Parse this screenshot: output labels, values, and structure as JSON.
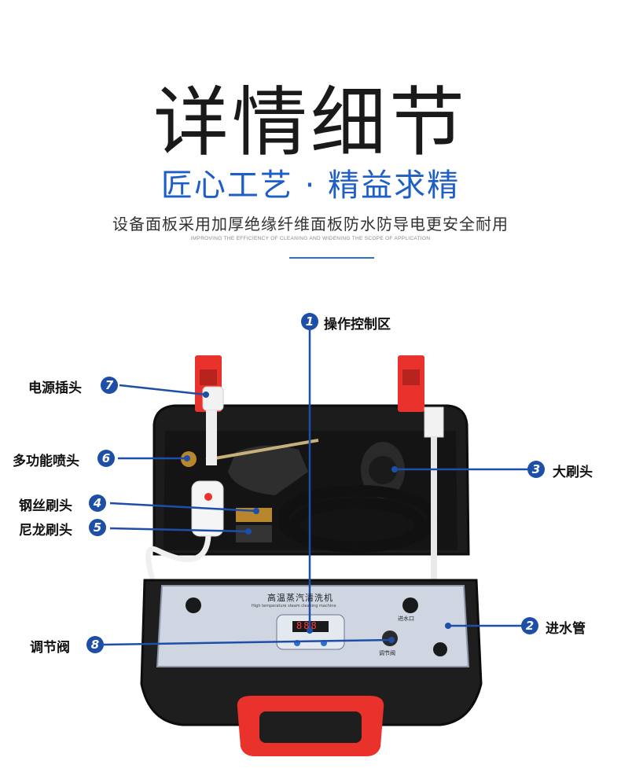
{
  "heading": {
    "title": "详情细节",
    "subtitle": "匠心工艺 · 精益求精",
    "description": "设备面板采用加厚绝缘纤维面板防水防导电更安全耐用",
    "english": "IMPROVING THE EFFICIENCY OF CLEANING AND WIDENING THE SCOPE OF APPLICATION"
  },
  "product_panel": {
    "name": "高温蒸汽清洗机",
    "name_en": "High temperature steam cleaning machine",
    "display": "888",
    "valve_label": "调节阀",
    "inlet_label": "进水口"
  },
  "callouts": [
    {
      "num": "1",
      "label": "操作控制区"
    },
    {
      "num": "2",
      "label": "进水管"
    },
    {
      "num": "3",
      "label": "大刷头"
    },
    {
      "num": "4",
      "label": "钢丝刷头"
    },
    {
      "num": "5",
      "label": "尼龙刷头"
    },
    {
      "num": "6",
      "label": "多功能喷头"
    },
    {
      "num": "7",
      "label": "电源插头"
    },
    {
      "num": "8",
      "label": "调节阀"
    }
  ],
  "colors": {
    "accent": "#1d5fc6",
    "callout_line": "#1d4fa8",
    "case": "#1b1b1b",
    "handle": "#e8322b"
  }
}
